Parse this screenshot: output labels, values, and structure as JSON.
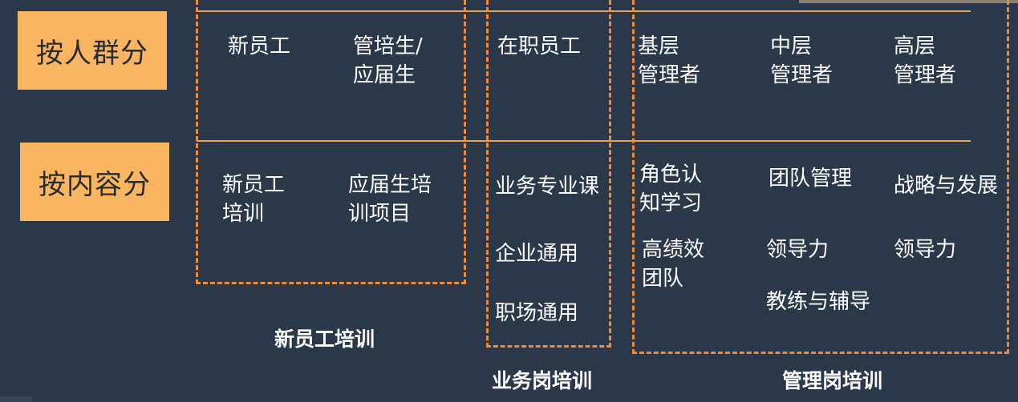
{
  "colors": {
    "background": "#2b384a",
    "label_fill": "#f9b560",
    "dash": "#f08a3a",
    "line": "#e8a45c"
  },
  "rows": {
    "people": "按人群分",
    "content": "按内容分"
  },
  "groups": {
    "new_employee": {
      "caption": "新员工培训",
      "people": [
        "新员工",
        "管培生/\n应届生"
      ],
      "content": [
        "新员工\n培训",
        "应届生培\n训项目"
      ]
    },
    "business": {
      "caption": "业务岗培训",
      "people": [
        "在职员工"
      ],
      "content": [
        "业务专业课",
        "企业通用",
        "职场通用"
      ]
    },
    "management": {
      "caption": "管理岗培训",
      "people": [
        "基层\n管理者",
        "中层\n管理者",
        "高层\n管理者"
      ],
      "content": [
        "角色认\n知学习",
        "团队管理",
        "战略与发展",
        "高绩效\n团队",
        "领导力",
        "领导力",
        "教练与辅导"
      ]
    }
  }
}
